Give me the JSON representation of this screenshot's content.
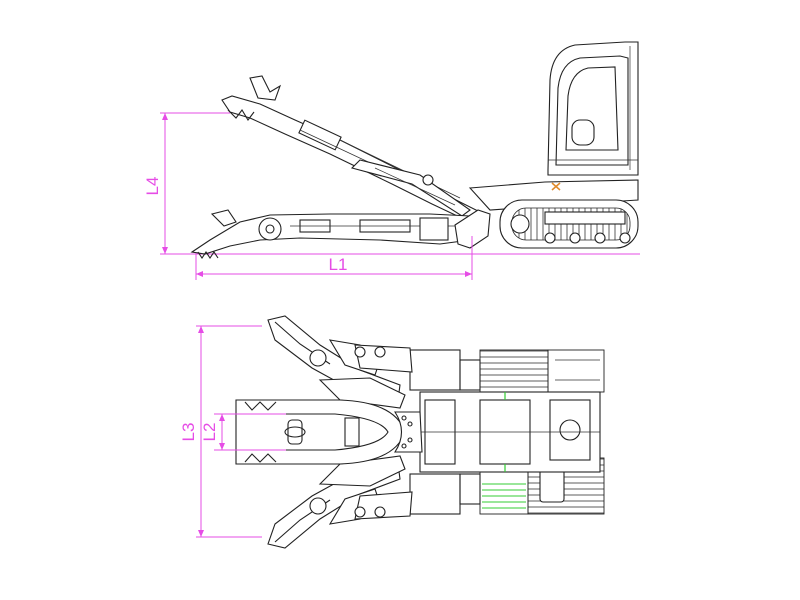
{
  "colors": {
    "dimension": "#e64ce6",
    "ink": "#222222",
    "accent_green": "#33cc33",
    "accent_red": "#d83a3a",
    "accent_orange": "#e08a2a"
  },
  "dimensions": {
    "L1": "L1",
    "L2": "L2",
    "L3": "L3",
    "L4": "L4"
  }
}
